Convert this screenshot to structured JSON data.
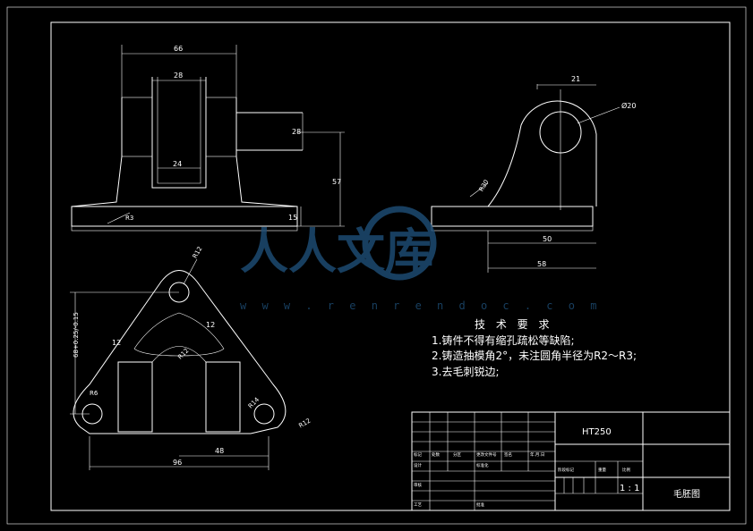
{
  "views": {
    "front": {
      "dims": [
        "66",
        "28",
        "28",
        "24",
        "57",
        "15",
        "R3"
      ]
    },
    "side": {
      "dims": [
        "21",
        "Ø20",
        "R30",
        "50",
        "58"
      ]
    },
    "top": {
      "dims": [
        "R12",
        "68+0.25/-0.15",
        "12",
        "12",
        "R6",
        "R12",
        "R14",
        "R12",
        "48",
        "96"
      ]
    }
  },
  "technical_requirements": {
    "title": "技 术 要 求",
    "items": [
      "1.铸件不得有缩孔疏松等缺陷;",
      "2.铸造抽模角2°，未注圆角半径为R2～R3;",
      "3.去毛刺锐边;"
    ]
  },
  "title_block": {
    "material": "HT250",
    "scale": "1 : 1",
    "drawing_name": "毛胚图",
    "small_labels": [
      "标记",
      "处数",
      "分区",
      "更改文件号",
      "签名",
      "年.月.日",
      "设计",
      "标准化",
      "阶段标记",
      "重量",
      "比例",
      "审核",
      "工艺",
      "批准"
    ]
  },
  "watermark": {
    "text": "人人文库",
    "url": "w w w . r e n r e n d o c . c o m"
  }
}
